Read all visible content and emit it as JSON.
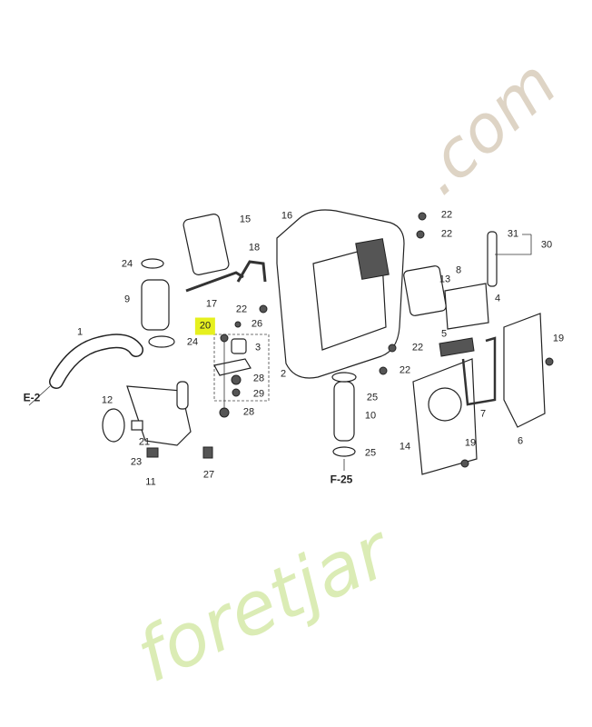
{
  "diagram": {
    "watermark": {
      "text_left": "foretjar",
      "text_right": ".com",
      "color_left": "#bedc78",
      "color_right": "#beaa8c"
    },
    "highlight_color": "#e6f01e",
    "callouts": [
      "15",
      "16",
      "22",
      "22",
      "31",
      "30",
      "24",
      "18",
      "8",
      "9",
      "17",
      "22",
      "26",
      "20",
      "4",
      "13",
      "5",
      "1",
      "24",
      "3",
      "22",
      "19",
      "28",
      "2",
      "22",
      "29",
      "28",
      "25",
      "7",
      "E-2",
      "12",
      "10",
      "21",
      "25",
      "6",
      "14",
      "19",
      "23",
      "27",
      "11",
      "F-25"
    ],
    "highlighted_callout": "20"
  }
}
